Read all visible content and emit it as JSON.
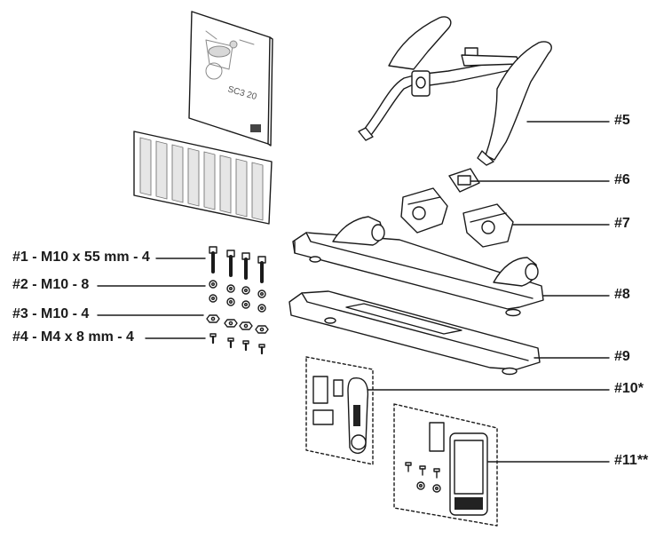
{
  "parts_left": [
    {
      "id": "bolt",
      "text": "#1 - M10 x 55 mm - 4"
    },
    {
      "id": "washer",
      "text": "#2 - M10 - 8"
    },
    {
      "id": "nut",
      "text": "#3 - M10 - 4"
    },
    {
      "id": "screw",
      "text": "#4 - M4 x 8 mm - 4"
    }
  ],
  "parts_right": [
    {
      "id": "handlebar",
      "text": "#5"
    },
    {
      "id": "clip",
      "text": "#6"
    },
    {
      "id": "pedals",
      "text": "#7"
    },
    {
      "id": "front-stabilizer",
      "text": "#8"
    },
    {
      "id": "rear-stabilizer",
      "text": "#9"
    },
    {
      "id": "kit-10",
      "text": "#10*"
    },
    {
      "id": "kit-11",
      "text": "#11**"
    }
  ],
  "manual": {
    "model_text": "SC3 20"
  },
  "colors": {
    "line": "#1a1a1a",
    "fill": "#ffffff",
    "gray": "#8a8a8a"
  }
}
